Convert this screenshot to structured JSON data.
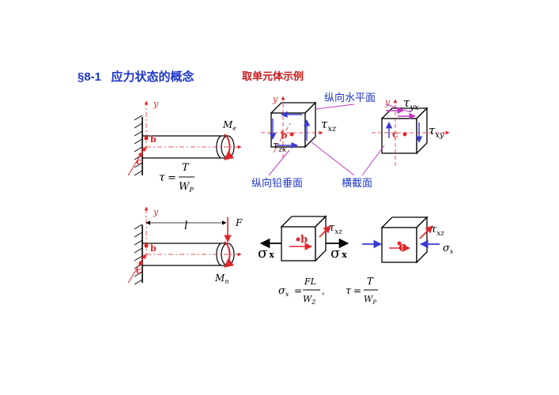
{
  "title": {
    "section": "§8-1",
    "heading": "应力状态的概念",
    "subtitle": "取单元体示例"
  },
  "labels": {
    "horizontal_plane": "纵向水平面",
    "vertical_plane": "纵向铅垂面",
    "cross_section": "横截面"
  },
  "symbols": {
    "y": "y",
    "Me": "M",
    "Me_sub": "e",
    "Mn": "M",
    "Mn_sub": "n",
    "F": "F",
    "l": "l",
    "b": "b",
    "c": "c",
    "tau": "τ",
    "sigma": "σ",
    "x": "x",
    "xz": "xz",
    "zx": "zx",
    "yx": "yx",
    "xy": "xy"
  },
  "formulas": {
    "tau_T": "T",
    "tau_W": "W",
    "tau_W_sub": "P",
    "eq": "=",
    "sigma_FL": "FL",
    "sigma_W": "W",
    "sigma_W_sub": "Z",
    "comma": ","
  },
  "colors": {
    "title_blue": "#1d36c7",
    "title_red": "#c81a1a",
    "arrow_red": "#e0262b",
    "arrow_blue": "#3a3ad0",
    "line": "#000000"
  }
}
